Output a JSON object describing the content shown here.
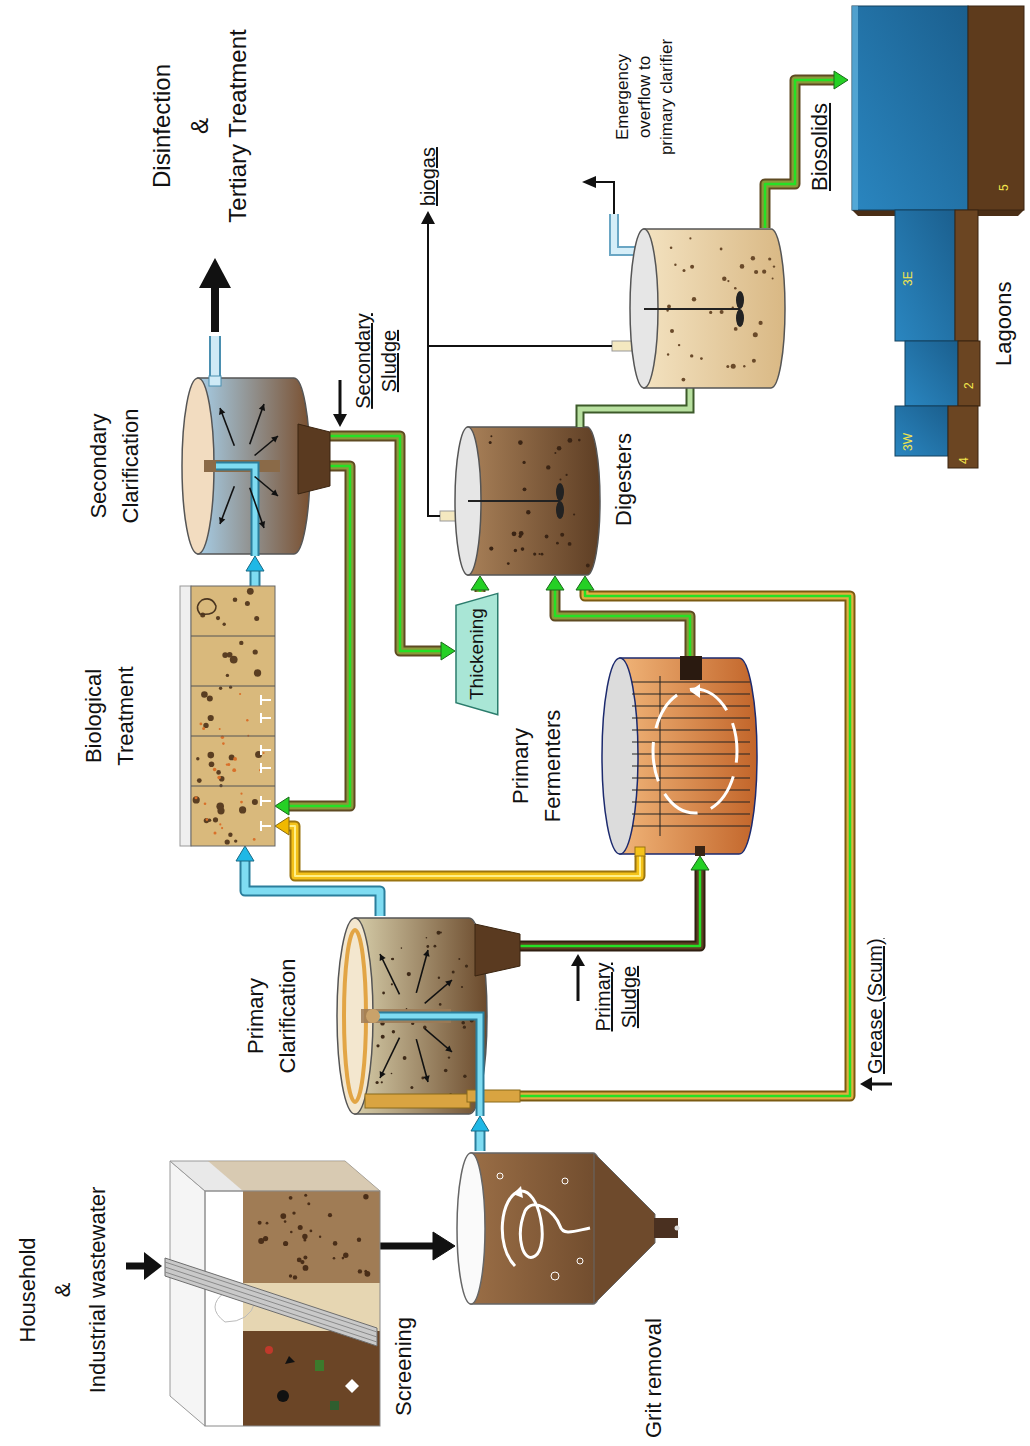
{
  "diagram": {
    "nodes": [
      {
        "text": [
          "Screening"
        ]
      },
      {
        "text": [
          "Grit removal"
        ]
      },
      {
        "text": [
          "Primary Clarification"
        ]
      },
      {
        "text": [
          "Biological Treatment"
        ]
      },
      {
        "text": [
          "Secondary Clarification"
        ]
      },
      {
        "text": [
          "Primary Fermenters"
        ]
      },
      {
        "text": [
          "Thickening"
        ]
      },
      {
        "text": [
          "Digesters"
        ]
      },
      {
        "text": [
          "Lagoons",
          "3W",
          "4",
          "2",
          "3E",
          "5"
        ]
      }
    ],
    "edges": [
      {
        "from": 0,
        "to": 1,
        "arrow": "to"
      },
      {
        "from": 1,
        "to": 2,
        "arrow": "to"
      },
      {
        "from": 2,
        "to": 3,
        "arrow": "to"
      },
      {
        "from": 5,
        "to": 3,
        "arrow": "to"
      },
      {
        "from": 3,
        "to": 4,
        "arrow": "to"
      },
      {
        "from": 4,
        "to": 3,
        "arrow": "to"
      },
      {
        "from": 4,
        "to": 6,
        "arrow": "to"
      },
      {
        "from": 2,
        "to": 5,
        "arrow": "to"
      },
      {
        "from": 2,
        "to": 7,
        "arrow": "to"
      },
      {
        "from": 5,
        "to": 7,
        "arrow": "to"
      },
      {
        "from": 6,
        "to": 7,
        "arrow": "to"
      },
      {
        "from": 7,
        "to": 8,
        "arrow": "to"
      }
    ],
    "labels": [
      "Household",
      "&",
      "Industrial wastewater",
      "Disinfection",
      "&",
      "Tertiary Treatment",
      "Primary Sludge",
      "Grease (Scum)",
      "Secondary Sludge",
      "biogas",
      "Emergency overflow to primary clarifier",
      "Biosolids"
    ]
  }
}
